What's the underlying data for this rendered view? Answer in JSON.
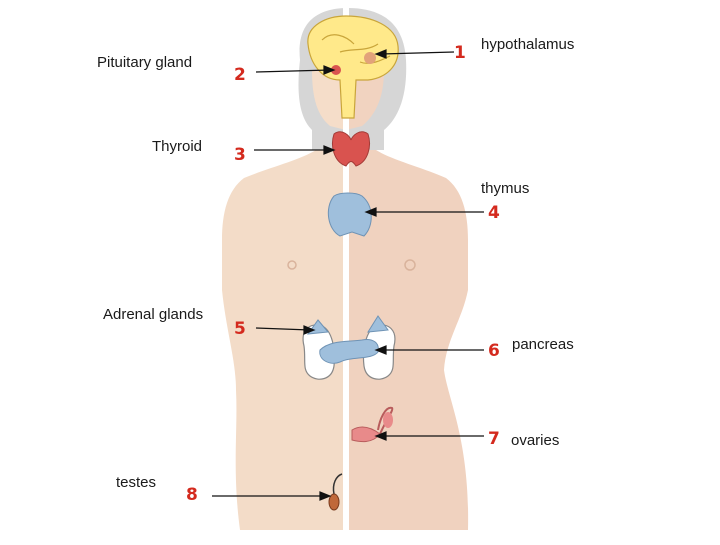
{
  "labels": {
    "pituitary": "Pituitary gland",
    "thyroid": "Thyroid",
    "adrenal": "Adrenal glands",
    "testes": "testes",
    "hypothalamus": "hypothalamus",
    "thymus": "thymus",
    "pancreas": "pancreas",
    "ovaries": "ovaries"
  },
  "numbers": {
    "n1": "1",
    "n2": "2",
    "n3": "3",
    "n4": "4",
    "n5": "5",
    "n6": "6",
    "n7": "7",
    "n8": "8"
  },
  "colors": {
    "skin_male": "#f3dcc8",
    "skin_female": "#f0d2bf",
    "head_grey": "#cfcfcf",
    "brain": "#ffe98a",
    "thyroid": "#d9534f",
    "gland_blue": "#9fbfdc",
    "number_red": "#d42a1e"
  }
}
